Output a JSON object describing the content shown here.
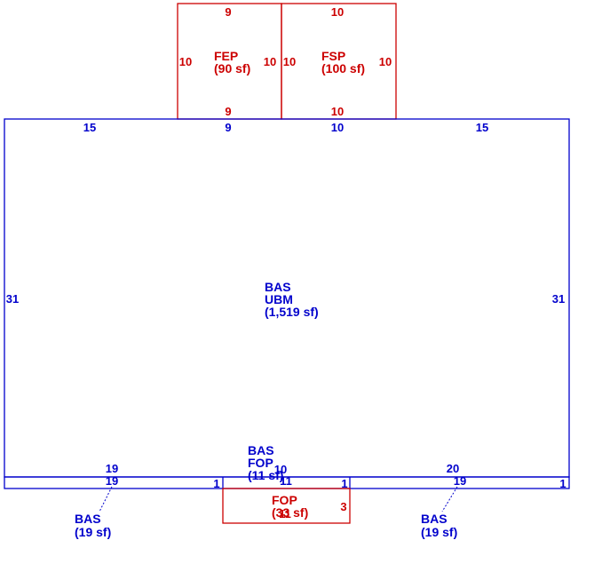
{
  "colors": {
    "blue": "#0000cc",
    "red": "#cc0000",
    "background": "#ffffff"
  },
  "fep": {
    "name": "FEP",
    "area": "(90 sf)",
    "top": "9",
    "bottom": "9",
    "left": "10",
    "right": "10"
  },
  "fsp": {
    "name": "FSP",
    "area": "(100 sf)",
    "top": "10",
    "bottom": "10",
    "left": "10",
    "right": "10"
  },
  "main": {
    "line1": "BAS",
    "line2": "UBM",
    "area": "(1,519 sf)",
    "top_a": "15",
    "top_b": "9",
    "top_c": "10",
    "top_d": "15",
    "left": "31",
    "right": "31"
  },
  "strip": {
    "line1": "BAS",
    "line2": "FOP",
    "area": "(11 sf)",
    "left_top": "19",
    "left_bottom": "19",
    "left_end": "1",
    "mid_top": "10",
    "mid_bottom": "11",
    "mid_end": "1",
    "right_top": "20",
    "right_bottom": "19",
    "right_end": "1"
  },
  "fop": {
    "name": "FOP",
    "area": "(33 sf)",
    "right": "3",
    "bottom": "11"
  },
  "bas_left": {
    "name": "BAS",
    "area": "(19 sf)"
  },
  "bas_right": {
    "name": "BAS",
    "area": "(19 sf)"
  }
}
